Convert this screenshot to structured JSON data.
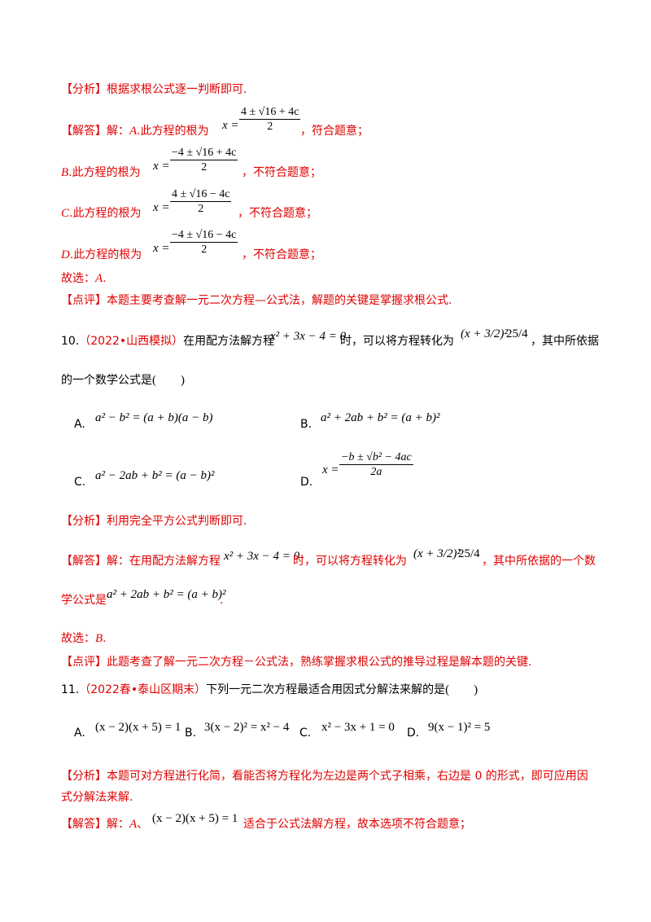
{
  "tags": {
    "analysis": "【分析】",
    "solution": "【解答】",
    "comment": "【点评】"
  },
  "q9": {
    "analysis_text": "根据求根公式逐一判断即可.",
    "sol_intro": "解：",
    "opt_a_letter": "A",
    "opt_a_text": ".此方程的根为",
    "root_prefix": "x =",
    "root_a_num": "4 ± √16 + 4c",
    "root_a_den": "2",
    "opt_a_verdict": "，符合题意；",
    "opt_b_letter": "B",
    "opt_b_text": ".此方程的根为",
    "root_b_num": "−4 ± √16 + 4c",
    "root_b_den": "2",
    "opt_b_verdict": "，不符合题意；",
    "opt_c_letter": "C",
    "opt_c_text": ".此方程的根为",
    "root_c_num": "4 ± √16 − 4c",
    "root_c_den": "2",
    "opt_c_verdict": "，不符合题意；",
    "opt_d_letter": "D",
    "opt_d_text": ".此方程的根为",
    "root_d_num": "−4 ± √16 − 4c",
    "root_d_den": "2",
    "opt_d_verdict": "，不符合题意；",
    "answer_label": "故选：",
    "answer": "A",
    "answer_end": ".",
    "comment_text": "本题主要考查解一元二次方程—公式法，解题的关键是掌握求根公式."
  },
  "q10": {
    "number": "10.",
    "source": "（2022•山西模拟）",
    "stem_1": "在用配方法解方程",
    "equation": "x² + 3x − 4 = 0",
    "stem_2": "时，可以将方程转化为",
    "transformed_lhs": "(x + 3/2)²",
    "transformed_rhs": "25/4",
    "stem_3": "，其中所依据",
    "stem_4": "的一个数学公式是",
    "blank": "(　　)",
    "options": {
      "a_label": "A.",
      "a_formula": "a² − b² = (a + b)(a − b)",
      "b_label": "B.",
      "b_formula": "a² + 2ab + b² = (a + b)²",
      "c_label": "C.",
      "c_formula": "a² − 2ab + b² = (a − b)²",
      "d_label": "D.",
      "d_formula_num": "−b ± √b² − 4ac",
      "d_formula_den": "2a"
    },
    "analysis_text": "利用完全平方公式判断即可.",
    "sol_1": "解：在用配方法解方程",
    "sol_2": "时，可以将方程转化为",
    "sol_3": "，其中所依据的一个数",
    "sol_4": "学公式是",
    "sol_formula": "a² + 2ab + b² = (a + b)²",
    "sol_end": ".",
    "answer_label": "故选：",
    "answer": "B",
    "answer_end": ".",
    "comment_text": "此题考查了解一元二次方程－公式法，熟练掌握求根公式的推导过程是解本题的关键."
  },
  "q11": {
    "number": "11.",
    "source": "（2022春•泰山区期末）",
    "stem": "下列一元二次方程最适合用因式分解法来解的是",
    "blank": "(　　)",
    "options": {
      "a_label": "A.",
      "a_formula": "(x − 2)(x + 5) = 1",
      "b_label": "B.",
      "b_formula": "3(x − 2)² = x² − 4",
      "c_label": "C.",
      "c_formula": "x² − 3x + 1 = 0",
      "d_label": "D.",
      "d_formula": "9(x − 1)² = 5"
    },
    "analysis_line1": "本题可对方程进行化简，看能否将方程化为左边是两个式子相乘，右边是 0 的形式，即可应用因",
    "analysis_line2": "式分解法来解.",
    "sol_intro": "解：",
    "sol_letter": "A",
    "sol_sep": "、",
    "sol_formula": "(x − 2)(x + 5) = 1",
    "sol_rest": "适合于公式法解方程，故本选项不符合题意；"
  }
}
